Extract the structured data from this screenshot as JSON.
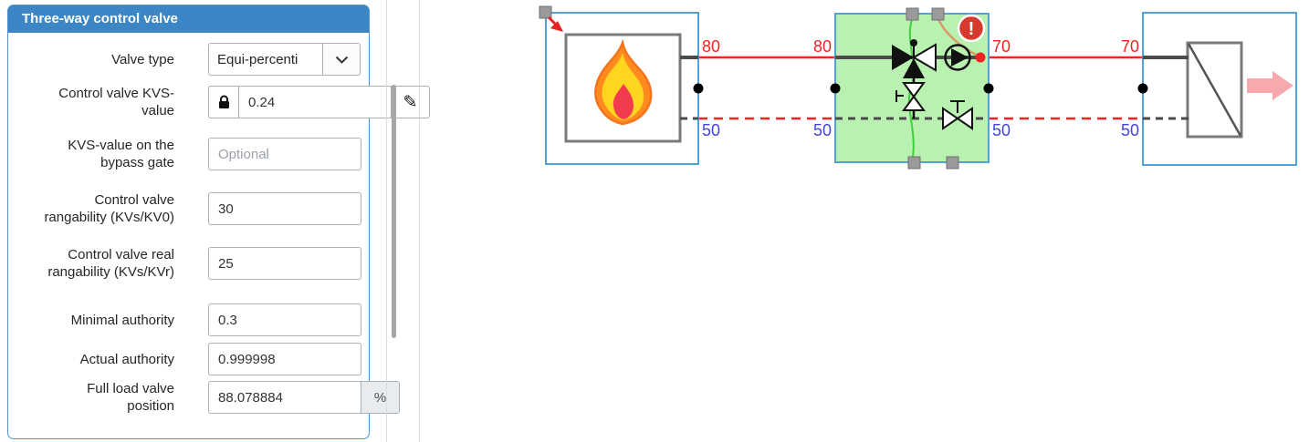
{
  "panel": {
    "title": "Three-way control valve",
    "fields": {
      "valve_type": {
        "label": "Valve type",
        "value": "Equi-percenti"
      },
      "kvs": {
        "label": "Control valve KVS-\nvalue",
        "value": "0.24"
      },
      "bypass_kvs": {
        "label": "KVS-value on the\nbypass gate",
        "value": "",
        "placeholder": "Optional"
      },
      "rangability": {
        "label": "Control valve\nrangability (KVs/KV0)",
        "value": "30"
      },
      "real_rangability": {
        "label": "Control valve real\nrangability (KVs/KVr)",
        "value": "25"
      },
      "min_authority": {
        "label": "Minimal authority",
        "value": "0.3"
      },
      "actual_authority": {
        "label": "Actual authority",
        "value": "0.999998"
      },
      "full_load": {
        "label": "Full load valve\nposition",
        "value": "88.078884",
        "unit": "%"
      }
    },
    "icons": {
      "pencil_glyph": "✎"
    }
  },
  "diagram": {
    "temps": {
      "source_supply": "80",
      "valve_supply_in": "80",
      "valve_supply_out": "70",
      "consumer_supply": "70",
      "source_return": "50",
      "valve_return_in": "50",
      "valve_return_out": "50",
      "consumer_return": "50"
    },
    "error_badge": "!",
    "icons": [
      "flame-icon",
      "three-way-valve-icon",
      "bypass-valve-icon",
      "pump-icon",
      "balancing-valve-icon",
      "heat-exchanger-icon",
      "heat-output-arrow-icon",
      "error-icon",
      "resize-handle-icon",
      "connection-dot",
      "lock-icon",
      "pencil-icon",
      "chevron-down-icon"
    ],
    "colors": {
      "header_blue": "#3d86c6",
      "panel_border": "#4f94d4",
      "block_border": "#54a1d8",
      "selected_block_green": "#b8f1b0",
      "supply_red": "#f42222",
      "return_label_blue": "#4343e0",
      "pipe_dark": "#4a4a4a",
      "error_red": "#d63a2f",
      "arrow_pink": "#f8a9ad",
      "handle_gray": "#9a9a9a"
    }
  }
}
